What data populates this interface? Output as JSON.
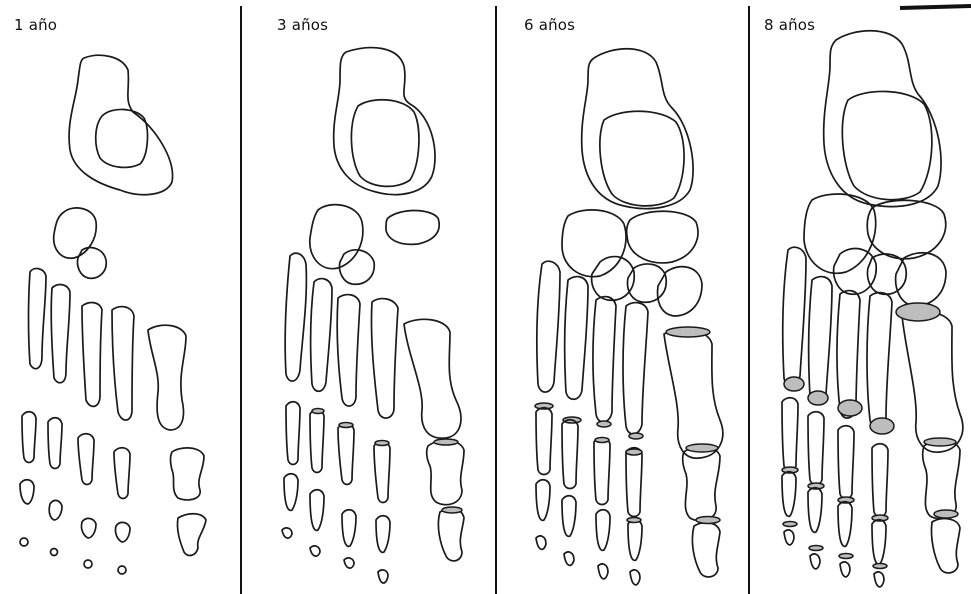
{
  "panels": [
    {
      "label": "1 año"
    },
    {
      "label": "3 años"
    },
    {
      "label": "6 años"
    },
    {
      "label": "8 años"
    }
  ]
}
